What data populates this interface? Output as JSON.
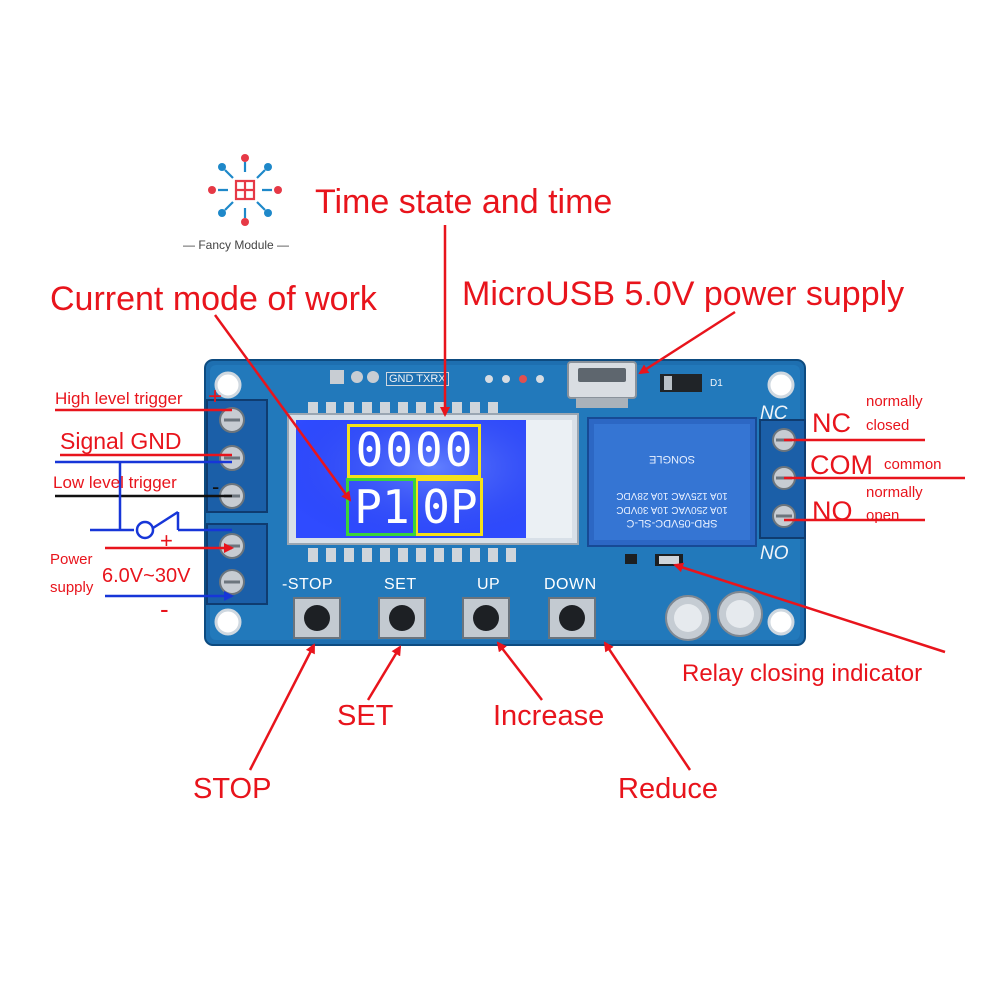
{
  "logo": {
    "text": "Fancy Module"
  },
  "labels": {
    "time_state": "Time state and time",
    "current_mode": "Current mode of work",
    "microusb": "MicroUSB 5.0V power supply",
    "high_trigger": "High level trigger",
    "high_plus": "+",
    "signal_gnd": "Signal GND",
    "low_trigger": "Low level trigger",
    "low_minus": "-",
    "power_supply_1": "Power",
    "power_supply_2": "supply",
    "voltage": "6.0V~30V",
    "plus": "+",
    "minus": "-",
    "nc_pin": "NC",
    "nc_desc_1": "normally",
    "nc_desc_2": "closed",
    "com_pin": "COM",
    "com_desc": "common",
    "no_pin": "NO",
    "no_desc_1": "normally",
    "no_desc_2": "open",
    "relay_indicator": "Relay closing indicator",
    "stop": "STOP",
    "set": "SET",
    "increase": "Increase",
    "reduce": "Reduce"
  },
  "board": {
    "header_text": "GND TXRX",
    "d1_label": "D1",
    "nc_silk": "NC",
    "no_silk": "NO",
    "button_labels": [
      "-STOP",
      "SET",
      "UP",
      "DOWN"
    ],
    "relay_lines": [
      "SRD-05VDC-SL-C",
      "10A 250VAC 10A 30VDC",
      "10A 125VAC 10A 28VDC"
    ],
    "relay_brand": "SONGLE"
  },
  "lcd": {
    "top_digits": "0000",
    "bottom_mode": "P1",
    "bottom_state": "0P"
  },
  "colors": {
    "label_red": "#e8141c",
    "pcb_blue": "#1e6fb0",
    "lcd_blue": "#2f4bff",
    "terminal_blue": "#1b5fa8",
    "highlight_yellow": "#f5e11a",
    "highlight_green": "#3ad43a",
    "relay_blue": "#2c67c4"
  }
}
